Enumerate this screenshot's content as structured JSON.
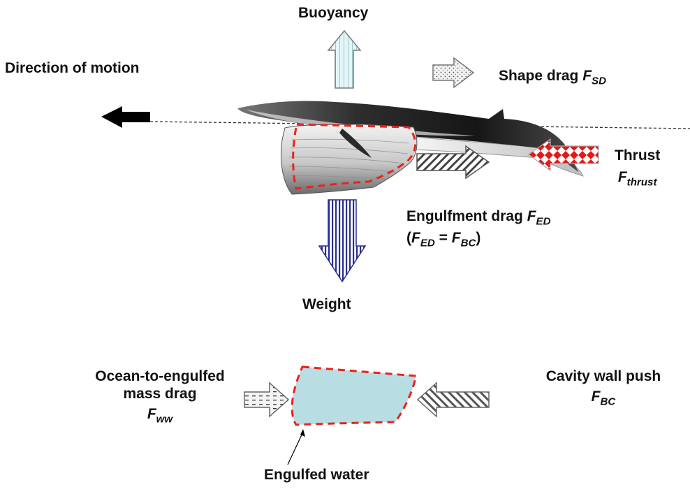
{
  "labels": {
    "direction": "Direction of motion",
    "buoyancy": "Buoyancy",
    "shape_drag": "Shape drag",
    "shape_drag_sym": "F",
    "shape_drag_sub": "SD",
    "thrust": "Thrust",
    "thrust_sym": "F",
    "thrust_sub": "thrust",
    "engulf_drag": "Engulfment drag",
    "engulf_sym": "F",
    "engulf_sub": "ED",
    "eq_open": "(",
    "eq_left_sym": "F",
    "eq_left_sub": "ED",
    "eq_mid": " = ",
    "eq_right_sym": "F",
    "eq_right_sub": "BC",
    "eq_close": ")",
    "weight": "Weight",
    "ocean_line1": "Ocean-to-engulfed",
    "ocean_line2": "mass drag",
    "ocean_sym": "F",
    "ocean_sub": "ww",
    "cavity": "Cavity wall push",
    "cavity_sym": "F",
    "cavity_sub": "BC",
    "engulfed_water": "Engulfed water"
  },
  "colors": {
    "dashed_outline": "#e8231c",
    "engulfed_water_fill": "#b8dde3",
    "buoyancy_fill": "#dff3f5",
    "weight_stripes": "#2a2f8f",
    "thrust_diamonds": "#e01919",
    "motion_arrow": "#000000"
  }
}
